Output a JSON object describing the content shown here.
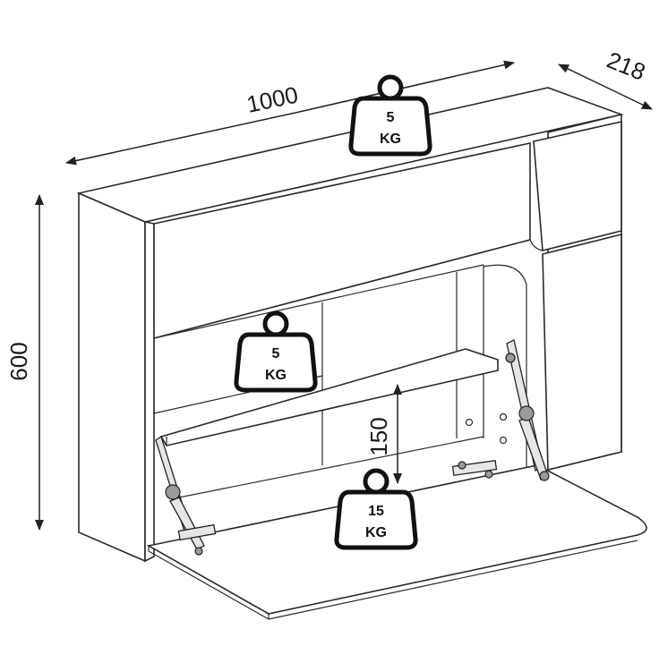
{
  "dimensions": {
    "width": "1000",
    "depth": "218",
    "height": "600",
    "flap_height": "150"
  },
  "weights": {
    "top": {
      "value": "5",
      "unit": "KG"
    },
    "shelf": {
      "value": "5",
      "unit": "KG"
    },
    "desk": {
      "value": "15",
      "unit": "KG"
    }
  },
  "colors": {
    "line": "#2a2a2a",
    "background": "#ffffff"
  }
}
